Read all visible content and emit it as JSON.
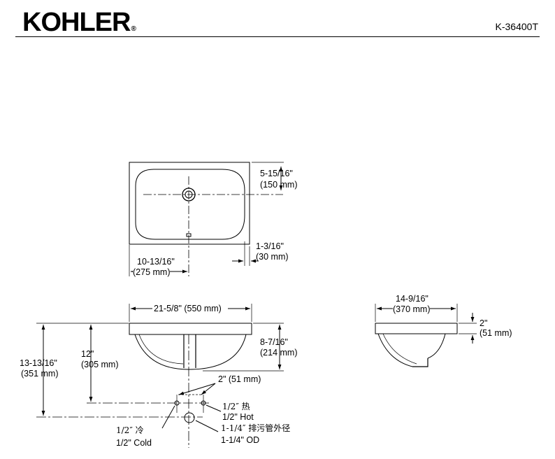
{
  "header": {
    "brand": "KOHLER",
    "brand_mark": "®",
    "model": "K-36400T"
  },
  "top_view": {
    "depth_to_drain": "5-15/16\"",
    "depth_to_drain_mm": "(150 mm)",
    "deck_width": "1-3/16\"",
    "deck_width_mm": "(30 mm)",
    "left_to_drain": "10-13/16\"",
    "left_to_drain_mm": "(275 mm)"
  },
  "front_view": {
    "overall_width": "21-5/8\" (550 mm)",
    "bowl_height": "8-7/16\"",
    "bowl_height_mm": "(214 mm)",
    "height_to_supply": "12\"",
    "height_to_supply_mm": "(305 mm)",
    "height_to_drain": "13-13/16\"",
    "height_to_drain_mm": "(351 mm)",
    "supply_spacing": "2\" (51 mm)",
    "hot_cn": "1/2″ 热",
    "hot_en": "1/2\" Hot",
    "cold_cn": "1/2″ 冷",
    "cold_en": "1/2\" Cold",
    "drain_cn": "1-1/4″ 排污管外径",
    "drain_en": "1-1/4\" OD"
  },
  "side_view": {
    "overall_depth": "14-9/16\"",
    "overall_depth_mm": "(370 mm)",
    "rim_height": "2\"",
    "rim_height_mm": "(51 mm)"
  }
}
